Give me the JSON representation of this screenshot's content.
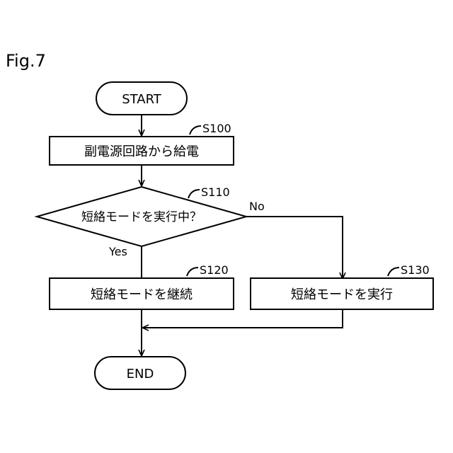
{
  "figure_label": "Fig.7",
  "start": "START",
  "end": "END",
  "steps": {
    "s100": {
      "id": "S100",
      "text": "副電源回路から給電"
    },
    "s110": {
      "id": "S110",
      "text": "短絡モードを実行中？"
    },
    "s120": {
      "id": "S120",
      "text": "短絡モードを継続"
    },
    "s130": {
      "id": "S130",
      "text": "短絡モードを実行"
    }
  },
  "branches": {
    "yes": "Yes",
    "no": "No"
  }
}
